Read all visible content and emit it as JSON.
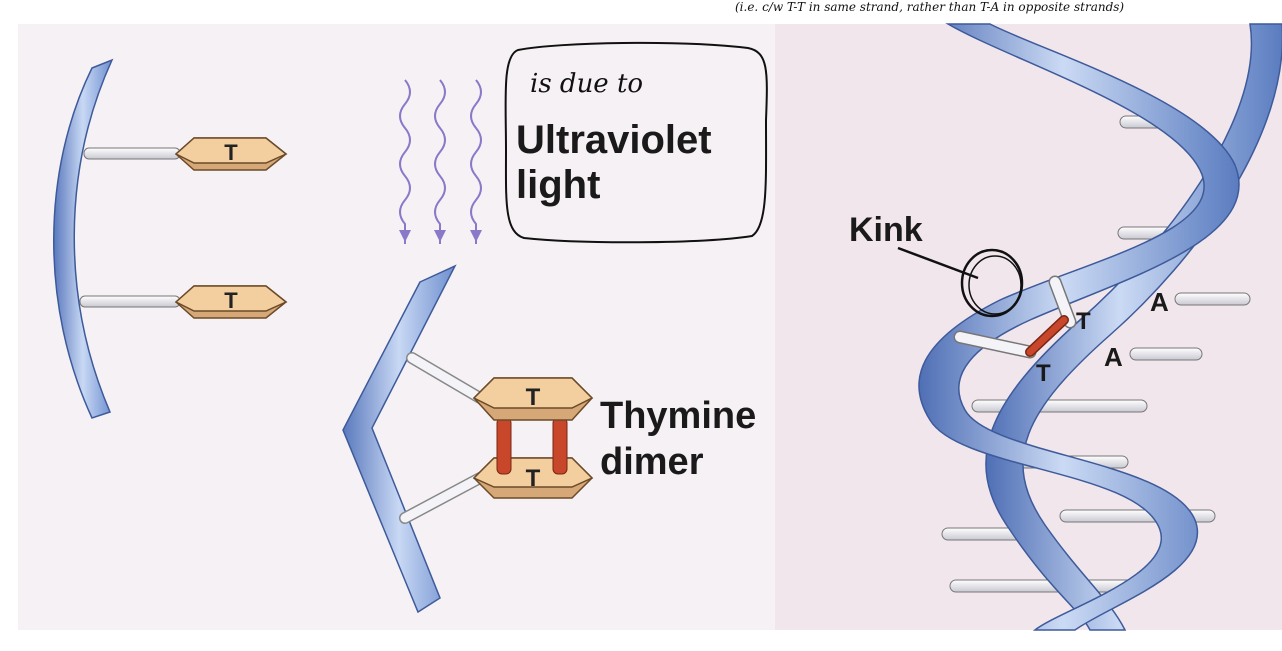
{
  "handwritten_note_top": "(i.e. c/w T-T in same strand, rather than T-A in opposite strands)",
  "callout": {
    "handwritten_note": "is due to",
    "label_line1": "Ultraviolet",
    "label_line2": "light"
  },
  "left_panel": {
    "base_1": "T",
    "base_2": "T"
  },
  "middle_panel": {
    "base_top": "T",
    "base_bottom": "T",
    "label_line1": "Thymine",
    "label_line2": "dimer"
  },
  "right_panel": {
    "kink_label": "Kink",
    "thymine_1": "T",
    "thymine_2": "T",
    "adenine_1": "A",
    "adenine_2": "A"
  },
  "colors": {
    "backbone": "#6f8fcf",
    "backbone_light": "#b9cdef",
    "base_fill": "#f1c99a",
    "dimer_bond": "#c8462a",
    "uv_wave": "#8a78c8"
  }
}
